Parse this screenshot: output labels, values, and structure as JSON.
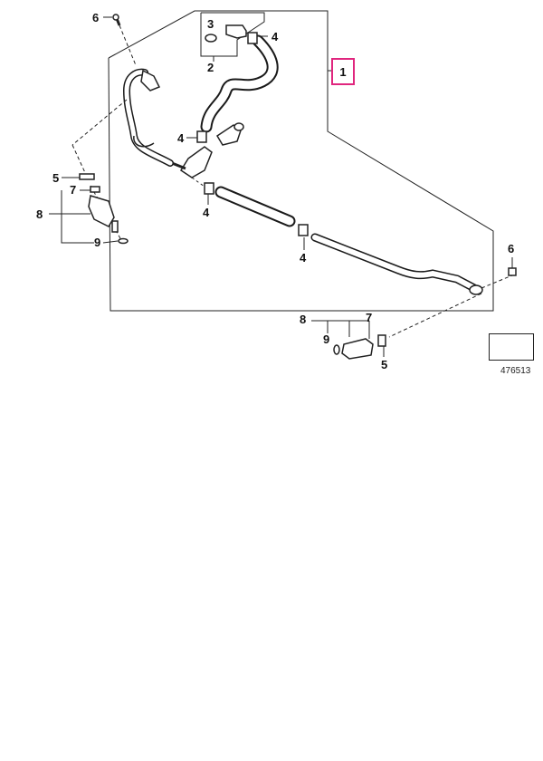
{
  "callouts": {
    "c1": "1",
    "c2": "2",
    "c3": "3",
    "c4_top": "4",
    "c4_mid_left": "4",
    "c4_mid": "4",
    "c4_lower": "4",
    "c5_left": "5",
    "c5_bottom": "5",
    "c6_top": "6",
    "c6_right": "6",
    "c7_left": "7",
    "c7_bottom": "7",
    "c8_left": "8",
    "c8_bottom": "8",
    "c9_left": "9",
    "c9_bottom": "9"
  },
  "reference_number": "476513",
  "colors": {
    "highlight": "#e0267e",
    "line": "#222222",
    "hose_fill": "#ffffff",
    "hose_outline": "#1a1a1a"
  },
  "icons": {
    "nav": "arrow-right-icon"
  }
}
